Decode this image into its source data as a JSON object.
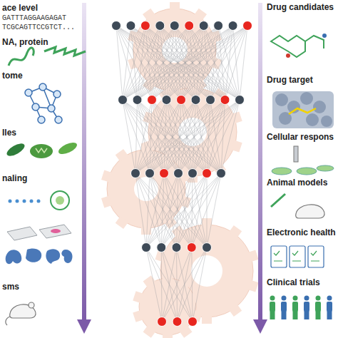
{
  "diagram": {
    "labels": [
      "ace level",
      "GATTTAGGAAGAGAT",
      "TCGCAGTTCCGTCT...",
      "NA, protein",
      "tome",
      "lles",
      "naling",
      "sms",
      "Drug candidates",
      "Drug target",
      "Cellular respons",
      "Animal models",
      "Electronic health",
      "Clinical trials"
    ]
  }
}
